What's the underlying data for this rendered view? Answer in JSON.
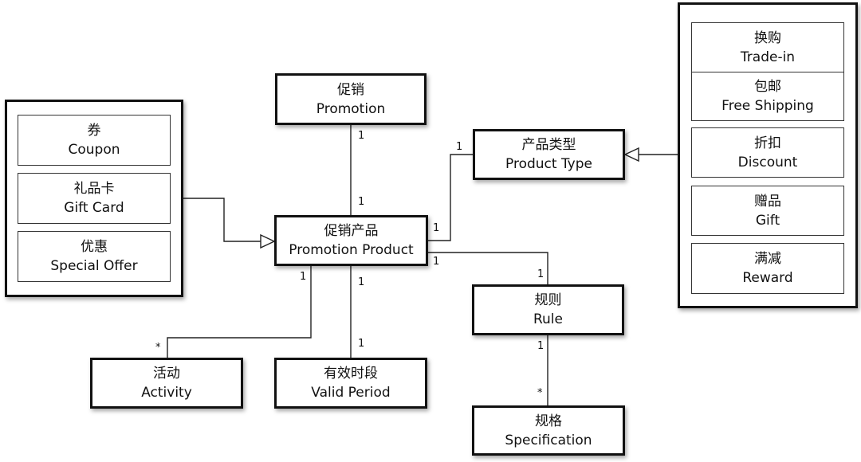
{
  "nodes": {
    "promotion": {
      "zh": "促销",
      "en": "Promotion"
    },
    "promotion_product": {
      "zh": "促销产品",
      "en": "Promotion Product"
    },
    "product_type": {
      "zh": "产品类型",
      "en": "Product Type"
    },
    "rule": {
      "zh": "规则",
      "en": "Rule"
    },
    "activity": {
      "zh": "活动",
      "en": "Activity"
    },
    "valid_period": {
      "zh": "有效时段",
      "en": "Valid Period"
    },
    "specification": {
      "zh": "规格",
      "en": "Specification"
    }
  },
  "left_group": [
    {
      "zh": "券",
      "en": "Coupon"
    },
    {
      "zh": "礼品卡",
      "en": "Gift Card"
    },
    {
      "zh": "优惠",
      "en": "Special Offer"
    }
  ],
  "right_group": [
    {
      "zh": "换购",
      "en": "Trade-in"
    },
    {
      "zh": "包邮",
      "en": "Free Shipping"
    },
    {
      "zh": "折扣",
      "en": "Discount"
    },
    {
      "zh": "赠品",
      "en": "Gift"
    },
    {
      "zh": "满减",
      "en": "Reward"
    }
  ],
  "multiplicities": {
    "promotion_end": "1",
    "product_top_end": "1",
    "product_type_end": "1",
    "product_right_type_end": "1",
    "product_right_rule_end": "1",
    "rule_top_end": "1",
    "product_activity_end": "1",
    "activity_end": "*",
    "product_period_end": "1",
    "period_end": "1",
    "rule_bottom_end": "1",
    "spec_end": "*"
  }
}
